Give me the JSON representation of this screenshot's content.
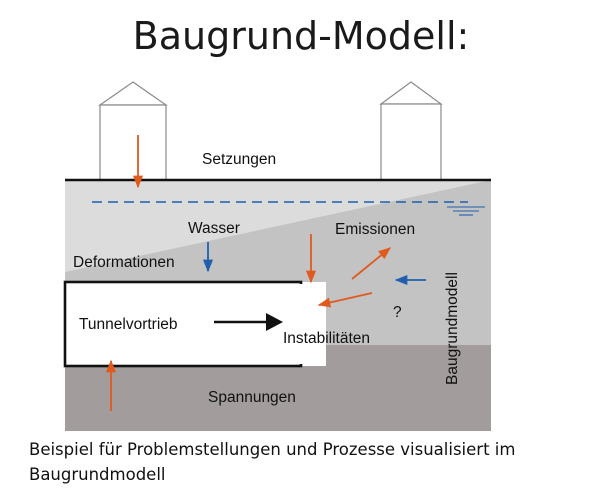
{
  "title": "Baugrund-Modell:",
  "labels": {
    "setzungen": "Setzungen",
    "wasser": "Wasser",
    "emissionen": "Emissionen",
    "deformationen": "Deformationen",
    "tunnelvortrieb": "Tunnelvortrieb",
    "instabilitaeten": "Instabilitäten",
    "question": "?",
    "baugrundmodell": "Baugrundmodell",
    "spannungen": "Spannungen"
  },
  "caption": "Beispiel für Problemstellungen und Prozesse visualisiert im Baugrundmodell",
  "colors": {
    "arrow_red": "#e05a1e",
    "arrow_blue": "#1f5fae",
    "water_line": "#1f5fae",
    "soil_light": "#dcdcdc",
    "soil_mid": "#c3c3c3",
    "soil_dark": "#a29c9c"
  }
}
